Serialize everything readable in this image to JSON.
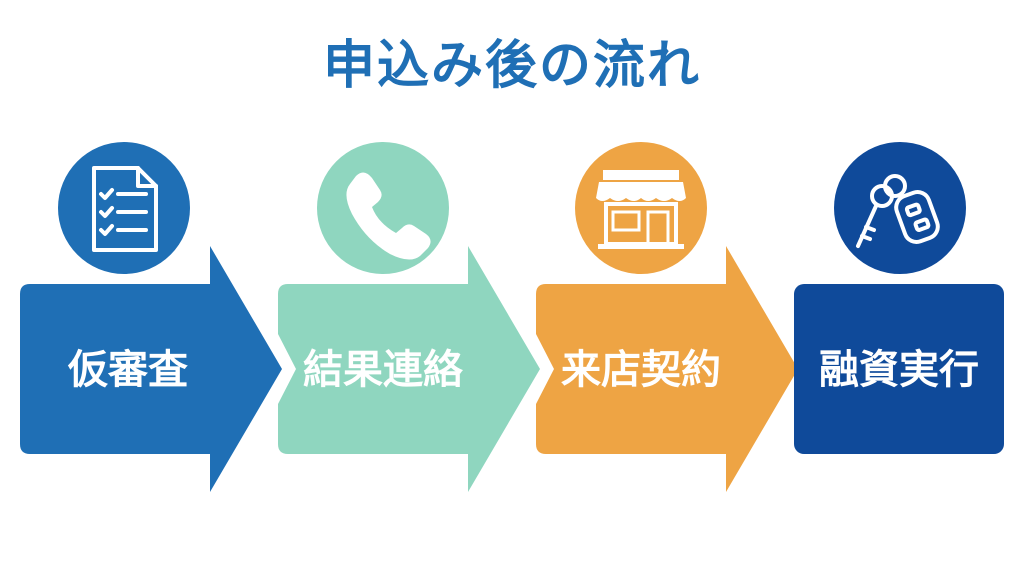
{
  "title": "申込み後の流れ",
  "colors": {
    "title": "#1f6fb5",
    "step1": "#1f6fb5",
    "step2": "#8fd6bf",
    "step3": "#eea444",
    "step4": "#0f4a9a"
  },
  "steps": [
    {
      "label": "仮審査",
      "icon": "checklist-document-icon"
    },
    {
      "label": "結果連絡",
      "icon": "telephone-icon"
    },
    {
      "label": "来店契約",
      "icon": "storefront-icon"
    },
    {
      "label": "融資実行",
      "icon": "car-key-icon"
    }
  ]
}
